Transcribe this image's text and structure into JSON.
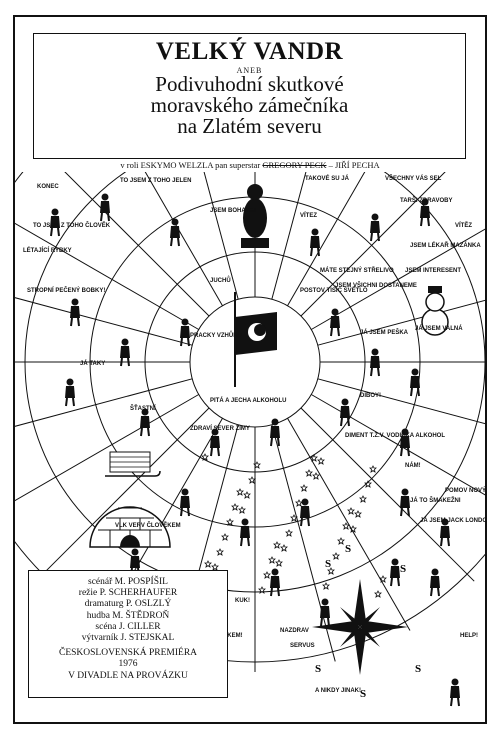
{
  "title": {
    "main": "VELKÝ VANDR",
    "conjunction": "ANEB",
    "line1": "Podivuhodní skutkové",
    "line2": "moravského zámečníka",
    "line3": "na  Zlatém severu"
  },
  "cast": {
    "role_text": "v roli ESKYMO WELZLA",
    "superstar_text": "pan superstar",
    "struck_name": "GREGORY PECK",
    "actor": "JIŘÍ PECHA"
  },
  "credits": [
    "scénář M. POSPÍŠIL",
    "režie P. SCHERHAUFER",
    "dramaturg P. OSLZLÝ",
    "hudba M. ŠTĚDROŇ",
    "scéna J. CILLER",
    "výtvarník J. STEJSKAL"
  ],
  "premiere": {
    "line1": "ČESKOSLOVENSKÁ  PREMIÉRA",
    "year": "1976",
    "venue": "V DIVADLE NA PROVÁZKU"
  },
  "map_labels": [
    "KONEC",
    "TO JSEM Z TOHO JELEN",
    "TO JSEM Z TOHO ČLOVĚK",
    "LÉTAJÍCÍ RYBKY",
    "STROPNÍ PEČENÝ BOBKY!",
    "JÁ TAKY",
    "ŠŤASTNÍ",
    "PRACKY VZHŮRU",
    "JSEM BOHATEJ",
    "VÍTEZ",
    "MÁTE STEJNÝ STŘELIVO",
    "TARŠI ZDRAVOBY",
    "ZDRAVÍ SEVER ZIMY",
    "POSTOV TISÍC SVĚTLO",
    "JUCHŮ",
    "TAKOVÉ SU JÁ",
    "VŠECHNY VÁS SEL",
    "VÍTĚZ",
    "JSEM LÉKAŘ MAZÁNKA",
    "JSEM INTERESENT",
    "JSEM VŠICHNI DOSTANEME",
    "JÁ JSEM PEŠKA",
    "JÁ JSEM VALNÁ",
    "DIBOY!",
    "PITÁ A JECHA ALKOHOLU",
    "DIMENT T.Z.V. VODIČKA ALKOHOL",
    "NÁM!",
    "JÁ TO ŠMAKEŽNI",
    "POMOV NOVÝ VEK!",
    "JÁ JSEM JACK LONDON",
    "VLK VERV ČLOVĚKEM",
    "VLK VERV ČLOVĚKEM!",
    "KUK!",
    "NAZDRAV",
    "SERVUS",
    "A NIKDY JINAK!",
    "HELP!"
  ],
  "compass_letters": [
    "S",
    "S",
    "S",
    "S",
    "S",
    "S"
  ]
}
